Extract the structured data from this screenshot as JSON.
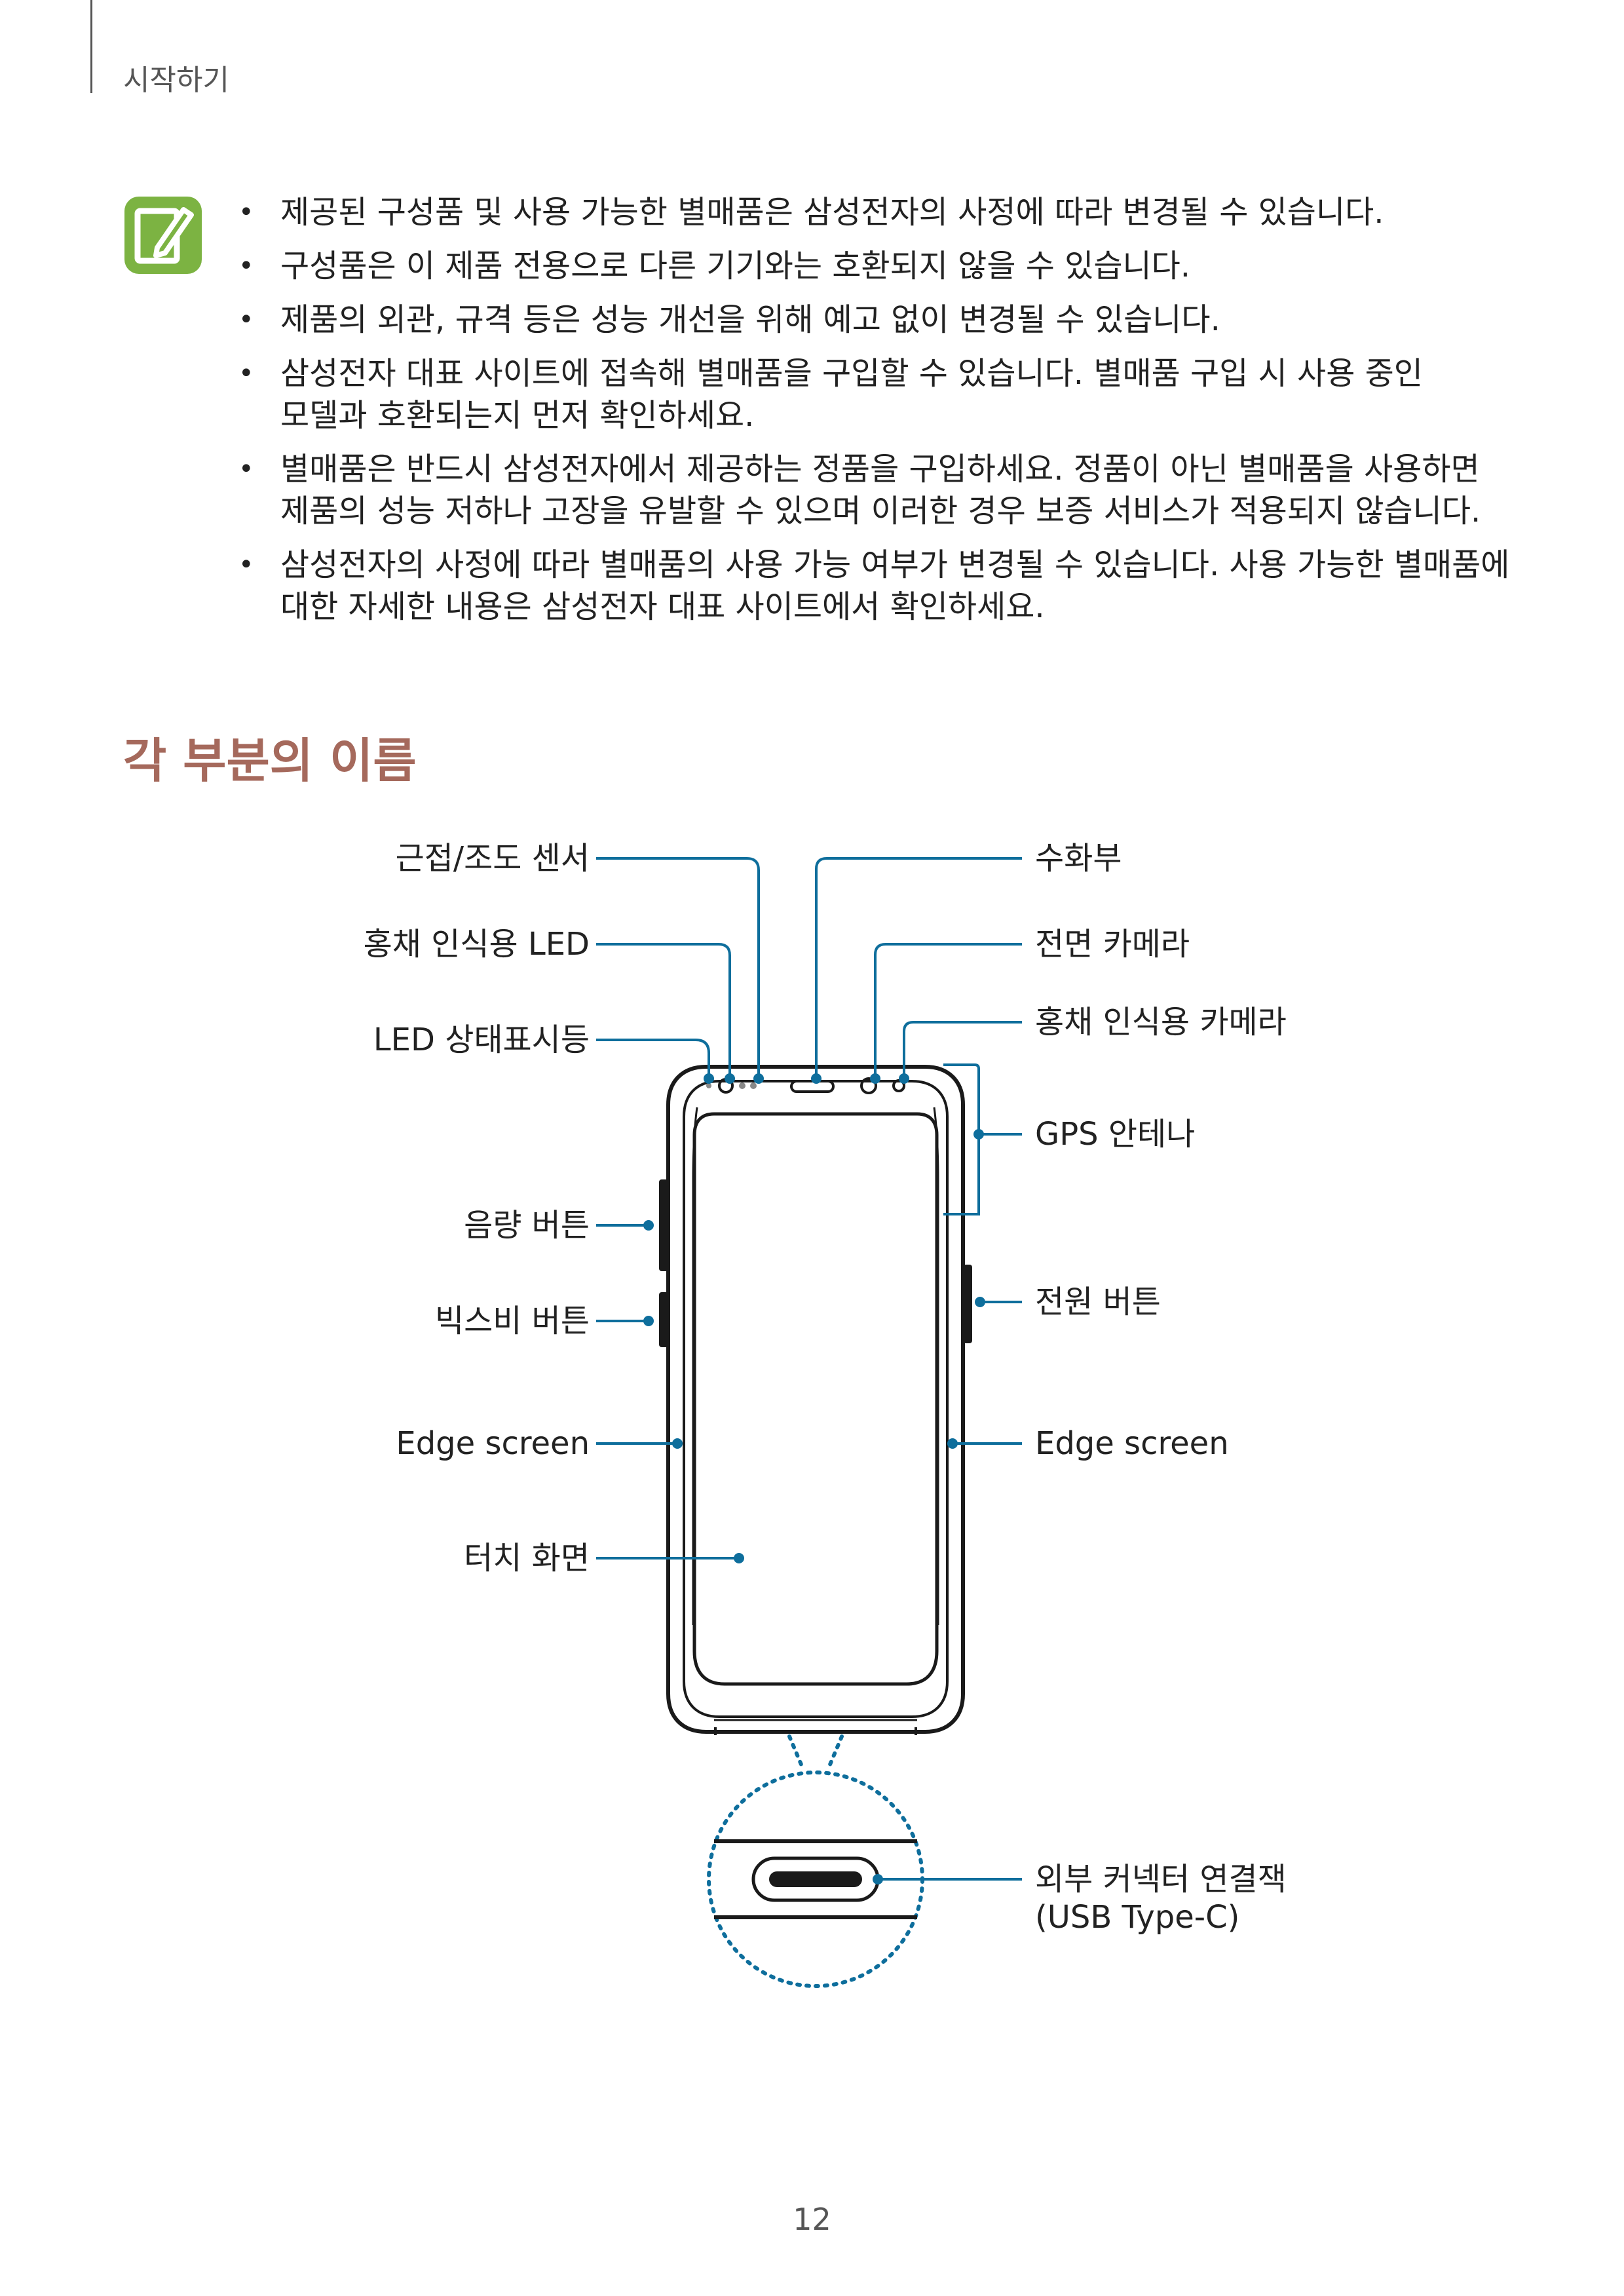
{
  "header": {
    "section": "시작하기"
  },
  "notes": [
    "제공된 구성품 및 사용 가능한 별매품은 삼성전자의 사정에 따라 변경될 수 있습니다.",
    "구성품은 이 제품 전용으로 다른 기기와는 호환되지 않을 수 있습니다.",
    "제품의 외관, 규격 등은 성능 개선을 위해 예고 없이 변경될 수 있습니다.",
    "삼성전자 대표 사이트에 접속해 별매품을 구입할 수 있습니다. 별매품 구입 시 사용 중인\n모델과 호환되는지 먼저 확인하세요.",
    "별매품은 반드시 삼성전자에서 제공하는 정품을 구입하세요. 정품이 아닌 별매품을 사용하면\n제품의 성능 저하나 고장을 유발할 수 있으며 이러한 경우 보증 서비스가 적용되지 않습니다.",
    "삼성전자의 사정에 따라 별매품의 사용 가능 여부가 변경될 수 있습니다. 사용 가능한 별매품에\n대한 자세한 내용은 삼성전자 대표 사이트에서 확인하세요."
  ],
  "heading": "각 부분의 이름",
  "diagram": {
    "left_labels": {
      "proximity": "근접/조도 센서",
      "iris_led": "홍채 인식용 LED",
      "led_indicator": "LED 상태표시등",
      "volume": "음량 버튼",
      "bixby": "빅스비 버튼",
      "edge_left": "Edge screen",
      "touch": "터치 화면"
    },
    "right_labels": {
      "receiver": "수화부",
      "front_camera": "전면 카메라",
      "iris_camera": "홍채 인식용 카메라",
      "gps": "GPS 안테나",
      "power": "전원 버튼",
      "edge_right": "Edge screen",
      "connector_line1": "외부 커넥터 연결잭",
      "connector_line2": "(USB Type-C)"
    }
  },
  "colors": {
    "leader": "#0e6e9c",
    "heading": "#a5695c",
    "note_icon": "#7cb342"
  },
  "page_number": "12"
}
